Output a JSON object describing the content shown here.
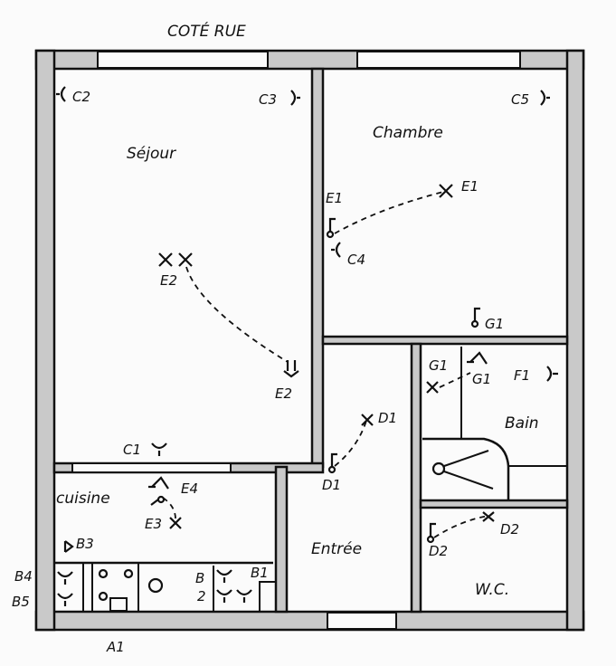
{
  "title": "COTÉ RUE",
  "rooms": {
    "sejour": "Séjour",
    "chambre": "Chambre",
    "cuisine": "cuisine",
    "entree": "Entrée",
    "bain": "Bain",
    "wc": "W.C."
  },
  "labels": {
    "c1": "C1",
    "c2": "C2",
    "c3": "C3",
    "c4": "C4",
    "c5": "C5",
    "e1_switch": "E1",
    "e1_light": "E1",
    "e2_light": "E2",
    "e2_switch": "E2",
    "e3": "E3",
    "e4": "E4",
    "d1_light": "D1",
    "d1_switch": "D1",
    "d2_light": "D2",
    "d2_switch": "D2",
    "g1_switch": "G1",
    "g1_light": "G1",
    "g1_socket": "G1",
    "f1": "F1",
    "b1": "B1",
    "b2_b": "B",
    "b2_n": "2",
    "b3": "B3",
    "b4": "B4",
    "b5": "B5",
    "a1": "A1"
  }
}
